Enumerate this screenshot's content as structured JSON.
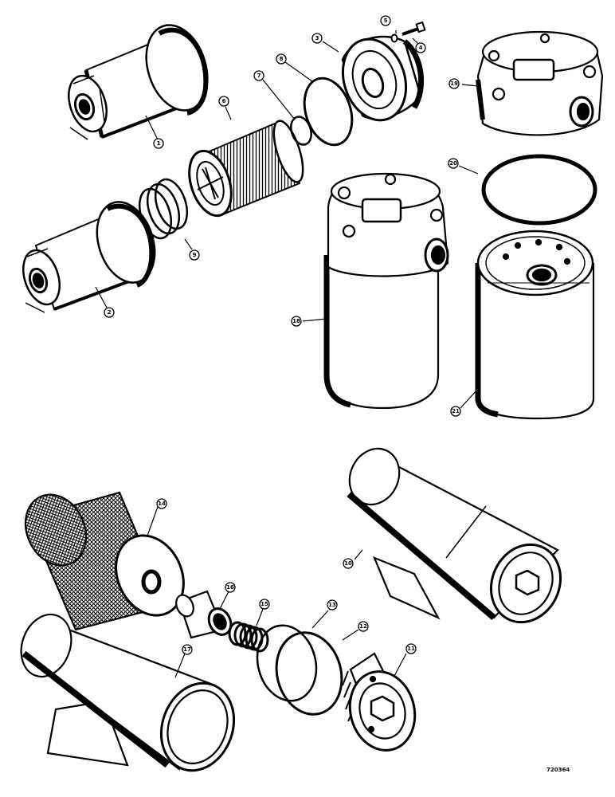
{
  "drawing": {
    "reference_code": "720364"
  },
  "callouts": [
    {
      "id": "c1",
      "label": "1"
    },
    {
      "id": "c2",
      "label": "2"
    },
    {
      "id": "c3",
      "label": "3"
    },
    {
      "id": "c4",
      "label": "4"
    },
    {
      "id": "c5",
      "label": "5"
    },
    {
      "id": "c6",
      "label": "6"
    },
    {
      "id": "c7",
      "label": "7"
    },
    {
      "id": "c8",
      "label": "8"
    },
    {
      "id": "c9",
      "label": "9"
    },
    {
      "id": "c10",
      "label": "10"
    },
    {
      "id": "c11",
      "label": "11"
    },
    {
      "id": "c12",
      "label": "12"
    },
    {
      "id": "c13",
      "label": "13"
    },
    {
      "id": "c14",
      "label": "14"
    },
    {
      "id": "c15",
      "label": "15"
    },
    {
      "id": "c16",
      "label": "16"
    },
    {
      "id": "c17",
      "label": "17"
    },
    {
      "id": "c18",
      "label": "18"
    },
    {
      "id": "c19",
      "label": "19"
    },
    {
      "id": "c20",
      "label": "20"
    },
    {
      "id": "c21",
      "label": "21"
    }
  ]
}
